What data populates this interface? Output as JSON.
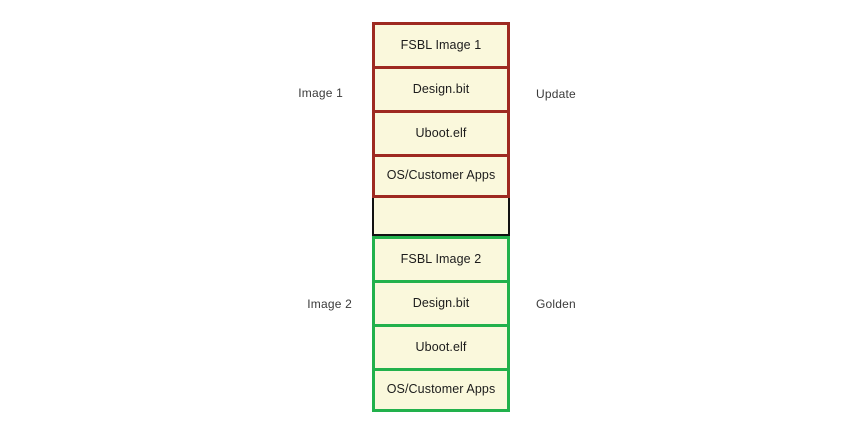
{
  "diagram": {
    "background_color": "#ffffff",
    "fill_color": "#faf8dc",
    "update_border_color": "#9e2a21",
    "golden_border_color": "#22b14c",
    "spacer_border_color": "#111111",
    "groups": [
      {
        "id": "update-image",
        "left_label": "Image 1",
        "right_label": "Update",
        "rows": [
          {
            "label": "FSBL Image 1"
          },
          {
            "label": "Design.bit"
          },
          {
            "label": "Uboot.elf"
          },
          {
            "label": "OS/Customer Apps"
          }
        ]
      },
      {
        "id": "golden-image",
        "left_label": "Image 2",
        "right_label": "Golden",
        "rows": [
          {
            "label": "FSBL Image 2"
          },
          {
            "label": "Design.bit"
          },
          {
            "label": "Uboot.elf"
          },
          {
            "label": "OS/Customer Apps"
          }
        ]
      }
    ],
    "spacer": {
      "label": ""
    }
  }
}
